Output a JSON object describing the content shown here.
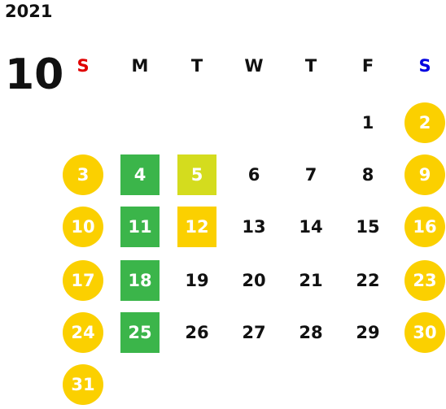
{
  "calendar": {
    "year": "2021",
    "month": "10",
    "colors": {
      "sunday_label": "#e00000",
      "saturday_label": "#0000e0",
      "weekend_circle": "#fbd000",
      "green_box": "#3bb54a",
      "lime_box": "#d4dc1e",
      "yellow_box": "#fbd000"
    },
    "weekdays": [
      "S",
      "M",
      "T",
      "W",
      "T",
      "F",
      "S"
    ],
    "weeks": [
      [
        null,
        null,
        null,
        null,
        null,
        {
          "day": "1"
        },
        {
          "day": "2",
          "style": "circle-yellow"
        }
      ],
      [
        {
          "day": "3",
          "style": "circle-yellow"
        },
        {
          "day": "4",
          "style": "box-green"
        },
        {
          "day": "5",
          "style": "box-lime"
        },
        {
          "day": "6"
        },
        {
          "day": "7"
        },
        {
          "day": "8"
        },
        {
          "day": "9",
          "style": "circle-yellow"
        }
      ],
      [
        {
          "day": "10",
          "style": "circle-yellow"
        },
        {
          "day": "11",
          "style": "box-green"
        },
        {
          "day": "12",
          "style": "box-yellow"
        },
        {
          "day": "13"
        },
        {
          "day": "14"
        },
        {
          "day": "15"
        },
        {
          "day": "16",
          "style": "circle-yellow"
        }
      ],
      [
        {
          "day": "17",
          "style": "circle-yellow"
        },
        {
          "day": "18",
          "style": "box-green"
        },
        {
          "day": "19"
        },
        {
          "day": "20"
        },
        {
          "day": "21"
        },
        {
          "day": "22"
        },
        {
          "day": "23",
          "style": "circle-yellow"
        }
      ],
      [
        {
          "day": "24",
          "style": "circle-yellow"
        },
        {
          "day": "25",
          "style": "box-green"
        },
        {
          "day": "26"
        },
        {
          "day": "27"
        },
        {
          "day": "28"
        },
        {
          "day": "29"
        },
        {
          "day": "30",
          "style": "circle-yellow"
        }
      ],
      [
        {
          "day": "31",
          "style": "circle-yellow"
        },
        null,
        null,
        null,
        null,
        null,
        null
      ]
    ]
  }
}
